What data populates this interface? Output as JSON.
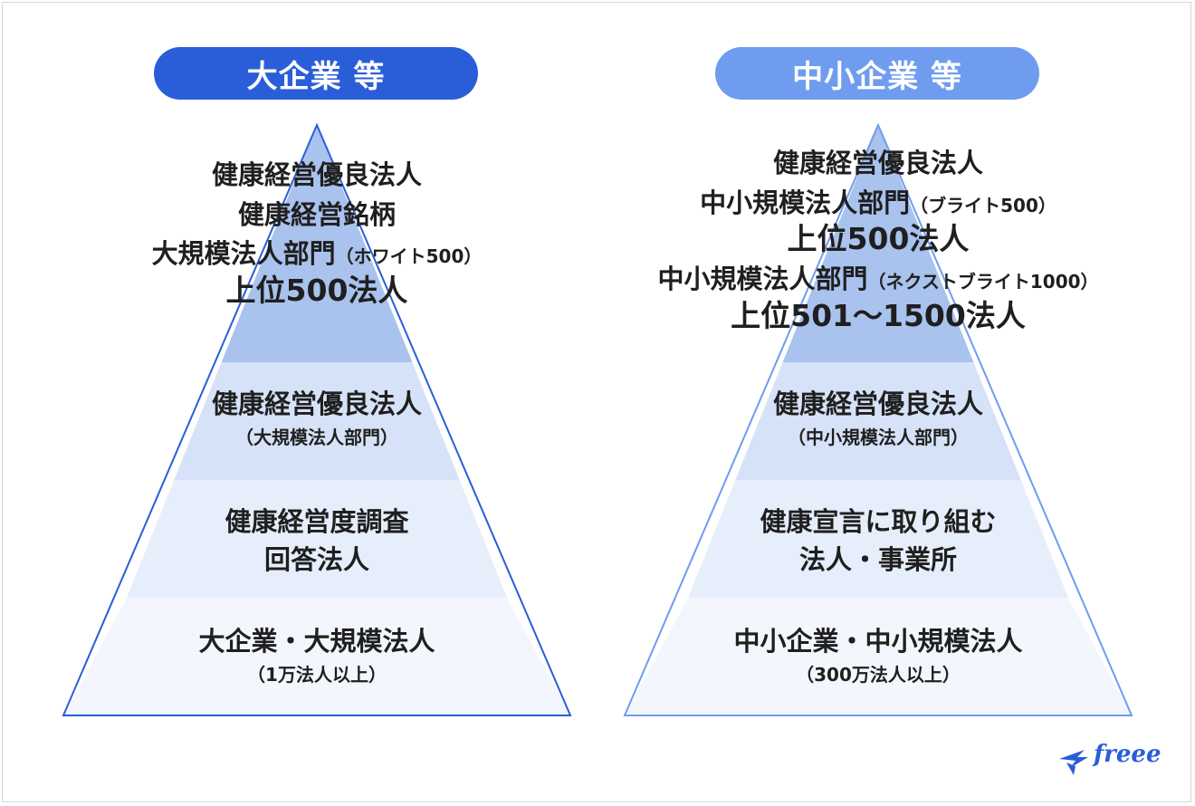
{
  "left": {
    "header": "大企業 等",
    "tiers": [
      {
        "lines": [
          "健康経営優良法人",
          "健康経営銘柄"
        ],
        "sub_a": "大規模法人部門",
        "sub_b": "（ホワイト500）",
        "sub_c": "上位500法人"
      },
      {
        "title": "健康経営優良法人",
        "sub": "（大規模法人部門）"
      },
      {
        "title": "健康経営度調査",
        "sub": "回答法人"
      },
      {
        "title": "大企業・大規模法人",
        "sub": "（1万法人以上）"
      }
    ],
    "colors": [
      "#a9c2ee",
      "#d6e2f7",
      "#e6eefb",
      "#f3f7fd"
    ],
    "stroke": "#2a5ed9"
  },
  "right": {
    "header": "中小企業 等",
    "tiers": [
      {
        "line1": "健康経営優良法人",
        "line2a": "中小規模法人部門",
        "line2b": "（ブライト500）",
        "line3": "上位500法人",
        "line4a": "中小規模法人部門",
        "line4b": "（ネクストブライト1000）",
        "line5": "上位501〜1500法人"
      },
      {
        "title": "健康経営優良法人",
        "sub": "（中小規模法人部門）"
      },
      {
        "title": "健康宣言に取り組む",
        "sub": "法人・事業所"
      },
      {
        "title": "中小企業・中小規模法人",
        "sub": "（300万法人以上）"
      }
    ],
    "colors": [
      "#a9c2ee",
      "#d6e2f7",
      "#e6eefb",
      "#f3f7fd"
    ],
    "stroke": "#6f9cef"
  },
  "logo": {
    "text": "freee",
    "icon": "freee-bird-icon"
  }
}
